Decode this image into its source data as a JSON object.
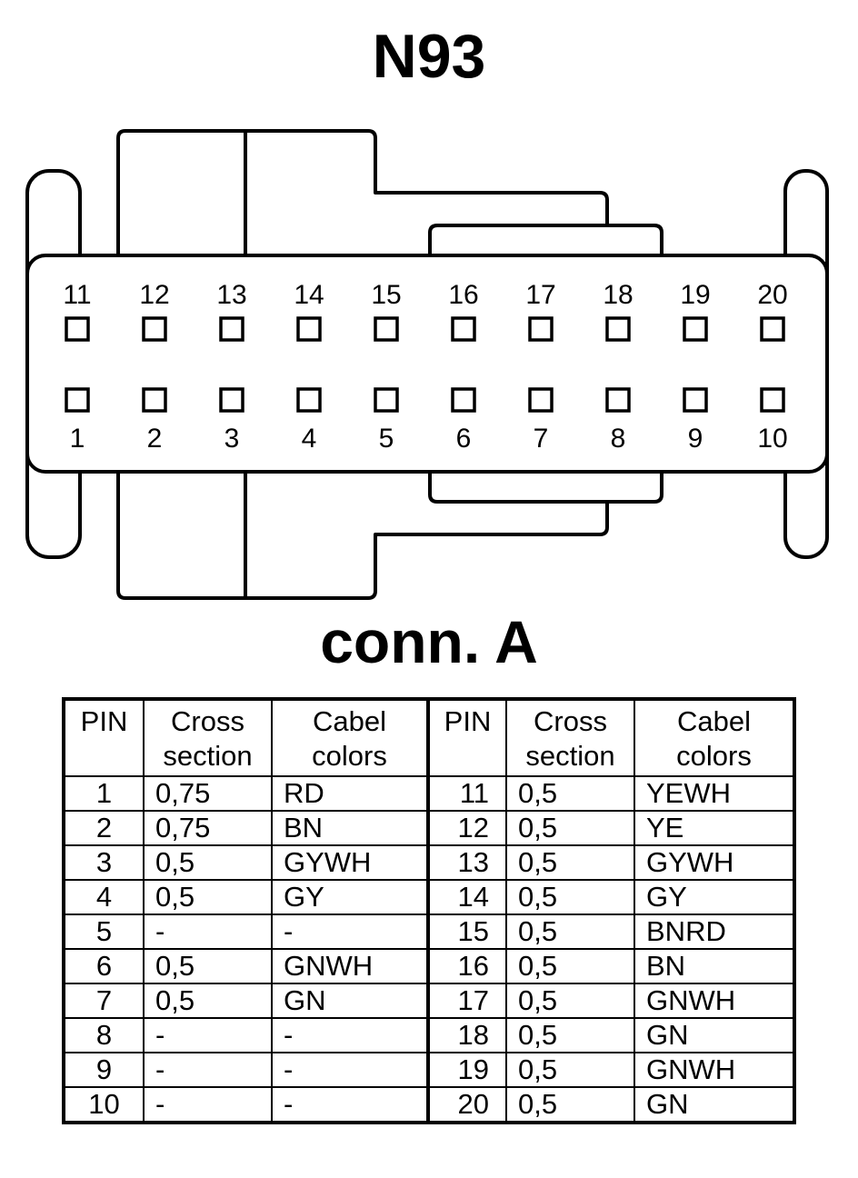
{
  "title": "N93",
  "subtitle": "conn. A",
  "connector": {
    "top_pins": [
      "11",
      "12",
      "13",
      "14",
      "15",
      "16",
      "17",
      "18",
      "19",
      "20"
    ],
    "bottom_pins": [
      "1",
      "2",
      "3",
      "4",
      "5",
      "6",
      "7",
      "8",
      "9",
      "10"
    ]
  },
  "table": {
    "headers": {
      "pin": "PIN",
      "cross1": "Cross",
      "cross2": "section",
      "cabel1": "Cabel",
      "cabel2": "colors"
    },
    "rows": [
      {
        "pin_a": "1",
        "cs_a": "0,75",
        "color_a": "RD",
        "pin_b": "11",
        "cs_b": "0,5",
        "color_b": "YEWH"
      },
      {
        "pin_a": "2",
        "cs_a": "0,75",
        "color_a": "BN",
        "pin_b": "12",
        "cs_b": "0,5",
        "color_b": "YE"
      },
      {
        "pin_a": "3",
        "cs_a": "0,5",
        "color_a": "GYWH",
        "pin_b": "13",
        "cs_b": "0,5",
        "color_b": "GYWH"
      },
      {
        "pin_a": "4",
        "cs_a": "0,5",
        "color_a": "GY",
        "pin_b": "14",
        "cs_b": "0,5",
        "color_b": "GY"
      },
      {
        "pin_a": "5",
        "cs_a": "-",
        "color_a": "-",
        "pin_b": "15",
        "cs_b": "0,5",
        "color_b": "BNRD"
      },
      {
        "pin_a": "6",
        "cs_a": "0,5",
        "color_a": "GNWH",
        "pin_b": "16",
        "cs_b": "0,5",
        "color_b": "BN"
      },
      {
        "pin_a": "7",
        "cs_a": "0,5",
        "color_a": "GN",
        "pin_b": "17",
        "cs_b": "0,5",
        "color_b": "GNWH"
      },
      {
        "pin_a": "8",
        "cs_a": "-",
        "color_a": "-",
        "pin_b": "18",
        "cs_b": "0,5",
        "color_b": "GN"
      },
      {
        "pin_a": "9",
        "cs_a": "-",
        "color_a": "-",
        "pin_b": "19",
        "cs_b": "0,5",
        "color_b": "GNWH"
      },
      {
        "pin_a": "10",
        "cs_a": "-",
        "color_a": "-",
        "pin_b": "20",
        "cs_b": "0,5",
        "color_b": "GN"
      }
    ]
  }
}
